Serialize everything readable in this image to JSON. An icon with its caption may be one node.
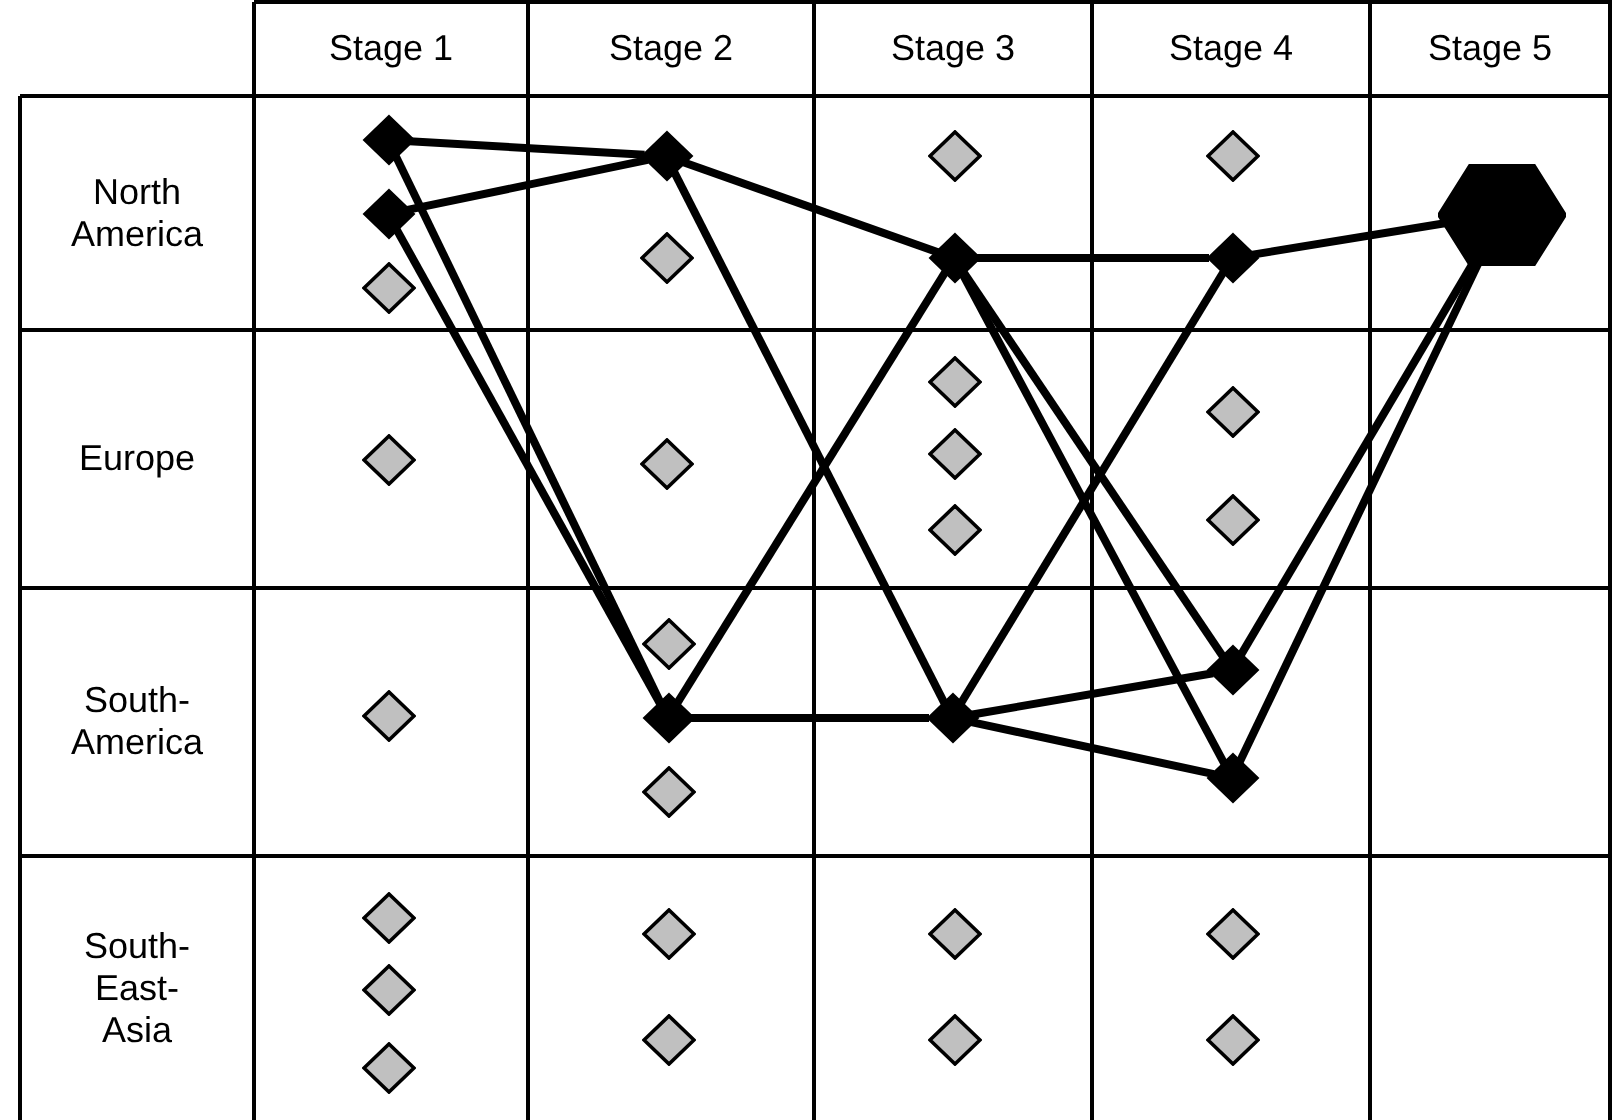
{
  "diagram": {
    "nodes": [
      {
        "text": [],
        "shape": "diamond"
      },
      {
        "text": [],
        "shape": "diamond"
      },
      {
        "text": [],
        "shape": "diamond"
      },
      {
        "text": [],
        "shape": "diamond"
      },
      {
        "text": [],
        "shape": "diamond"
      },
      {
        "text": [],
        "shape": "hexagon"
      },
      {
        "text": [],
        "shape": "diamond"
      },
      {
        "text": [],
        "shape": "diamond"
      },
      {
        "text": [],
        "shape": "diamond"
      },
      {
        "text": [],
        "shape": "diamond"
      },
      {
        "text": [],
        "shape": "diamond"
      },
      {
        "text": [],
        "shape": "diamond"
      },
      {
        "text": [],
        "shape": "diamond"
      },
      {
        "text": [],
        "shape": "diamond"
      },
      {
        "text": [],
        "shape": "diamond"
      },
      {
        "text": [],
        "shape": "diamond"
      },
      {
        "text": [],
        "shape": "diamond"
      },
      {
        "text": [],
        "shape": "diamond"
      },
      {
        "text": [],
        "shape": "diamond"
      },
      {
        "text": [],
        "shape": "diamond"
      },
      {
        "text": [],
        "shape": "diamond"
      },
      {
        "text": [],
        "shape": "diamond"
      },
      {
        "text": [],
        "shape": "diamond"
      },
      {
        "text": [],
        "shape": "diamond"
      },
      {
        "text": [],
        "shape": "diamond"
      },
      {
        "text": [],
        "shape": "diamond"
      },
      {
        "text": [],
        "shape": "diamond"
      },
      {
        "text": [],
        "shape": "diamond"
      },
      {
        "text": [],
        "shape": "diamond"
      },
      {
        "text": [],
        "shape": "diamond"
      },
      {
        "text": [],
        "shape": "diamond"
      },
      {
        "text": [],
        "shape": "diamond"
      },
      {
        "text": [],
        "shape": "diamond"
      }
    ],
    "edges": [
      {
        "from": 0,
        "to": 1,
        "arrow": "none"
      },
      {
        "from": 4,
        "to": 1,
        "arrow": "none"
      },
      {
        "from": 0,
        "to": 20,
        "arrow": "none"
      },
      {
        "from": 4,
        "to": 20,
        "arrow": "none"
      },
      {
        "from": 1,
        "to": 7,
        "arrow": "none"
      },
      {
        "from": 1,
        "to": 21,
        "arrow": "none"
      },
      {
        "from": 20,
        "to": 7,
        "arrow": "none"
      },
      {
        "from": 20,
        "to": 21,
        "arrow": "none"
      },
      {
        "from": 7,
        "to": 8,
        "arrow": "none"
      },
      {
        "from": 7,
        "to": 18,
        "arrow": "none"
      },
      {
        "from": 7,
        "to": 22,
        "arrow": "none"
      },
      {
        "from": 21,
        "to": 8,
        "arrow": "none"
      },
      {
        "from": 21,
        "to": 18,
        "arrow": "none"
      },
      {
        "from": 21,
        "to": 22,
        "arrow": "none"
      },
      {
        "from": 8,
        "to": 5,
        "arrow": "none"
      },
      {
        "from": 18,
        "to": 5,
        "arrow": "none"
      },
      {
        "from": 22,
        "to": 5,
        "arrow": "none"
      }
    ],
    "labels": [
      "Stage 1",
      "Stage 2",
      "Stage 3",
      "Stage 4",
      "Stage 5",
      "North America",
      "Europe",
      "South-America",
      "South-East-Asia"
    ]
  }
}
